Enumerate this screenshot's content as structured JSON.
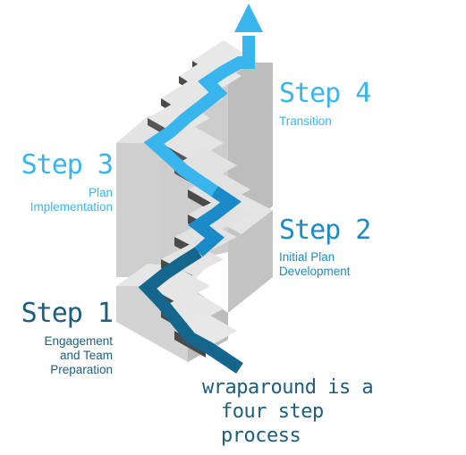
{
  "steps": [
    {
      "title": "Step 1",
      "desc_lines": [
        "Engagement",
        "and Team",
        "Preparation"
      ]
    },
    {
      "title": "Step 2",
      "desc_lines": [
        "Initial Plan",
        "Development"
      ]
    },
    {
      "title": "Step 3",
      "desc_lines": [
        "Plan",
        "Implementation"
      ]
    },
    {
      "title": "Step 4",
      "desc_lines": [
        "Transition"
      ]
    }
  ],
  "caption": {
    "line1": "wraparound is a",
    "line2": "four step process"
  },
  "colors": {
    "step1": "#1c5d80",
    "step2": "#1a8bc8",
    "step3": "#39b5ee",
    "step4": "#39b5ee",
    "block_front": "#cfcfcf",
    "block_top": "#e4e4e4",
    "riser_dark": "#555555",
    "arrow": "#39b5ee"
  }
}
